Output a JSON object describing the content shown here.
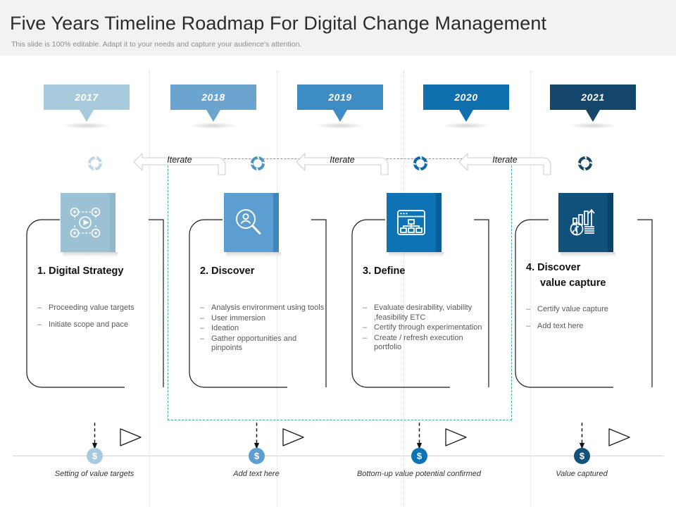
{
  "header": {
    "title": "Five Years Timeline Roadmap For Digital Change Management",
    "subtitle": "This slide is 100% editable. Adapt it to your needs and capture your audience's attention."
  },
  "palette": {
    "year_2017": "#a8cadd",
    "year_2018": "#6ba5cf",
    "year_2019": "#3d8dc4",
    "year_2020": "#0f6fae",
    "year_2021": "#14456b",
    "tile_1": "#9cc1d4",
    "tile_2": "#5c9ed2",
    "tile_3": "#0e73b4",
    "tile_4": "#11527d",
    "dollar_1": "#a8cadd",
    "dollar_2": "#5c9ed2",
    "dollar_3": "#0e73b4",
    "dollar_4": "#11527d",
    "ring_1": "#bcd6e6",
    "ring_2": "#4f93c4",
    "ring_3": "#0b6aa8",
    "ring_4": "#14456b",
    "selection_box": "#3fae9a",
    "guide_line": "#d9d9d9",
    "baseline": "#d4d4d4",
    "header_bg": "#f2f2f2"
  },
  "years": [
    {
      "label": "2017"
    },
    {
      "label": "2018"
    },
    {
      "label": "2019"
    },
    {
      "label": "2020"
    },
    {
      "label": "2021"
    }
  ],
  "iterations": [
    {
      "label": "Iterate"
    },
    {
      "label": "Iterate"
    },
    {
      "label": "Iterate"
    }
  ],
  "steps": [
    {
      "title": "1. Digital Strategy",
      "title_line2": "",
      "icon": "network-play-icon",
      "bullets": [
        "Proceeding value targets",
        "Initiate scope and pace"
      ],
      "bullet_marker": "–",
      "spacing": "sparse"
    },
    {
      "title": "2. Discover",
      "title_line2": "",
      "icon": "user-search-icon",
      "bullets": [
        "Analysis environment using tools",
        "User immersion",
        "Ideation",
        "Gather opportunities and pinpoints"
      ],
      "bullet_marker": "–",
      "spacing": "tight"
    },
    {
      "title": "3. Define",
      "title_line2": "",
      "icon": "browser-hierarchy-icon",
      "bullets": [
        "Evaluate desirability, viability ,feasibility ETC",
        "Certify through experimentation",
        "Create / refresh execution portfolio"
      ],
      "bullet_marker": "–",
      "spacing": "tight"
    },
    {
      "title": "4. Discover",
      "title_line2": "value capture",
      "icon": "growth-money-icon",
      "bullets": [
        "Certify value capture",
        "Add text here"
      ],
      "bullet_marker": "–",
      "spacing": "sparse"
    }
  ],
  "milestones": [
    {
      "symbol": "$",
      "label": "Setting of value targets"
    },
    {
      "symbol": "$",
      "label": "Add text here"
    },
    {
      "symbol": "$",
      "label": "Bottom-up value potential confirmed"
    },
    {
      "symbol": "$",
      "label": "Value captured"
    }
  ]
}
